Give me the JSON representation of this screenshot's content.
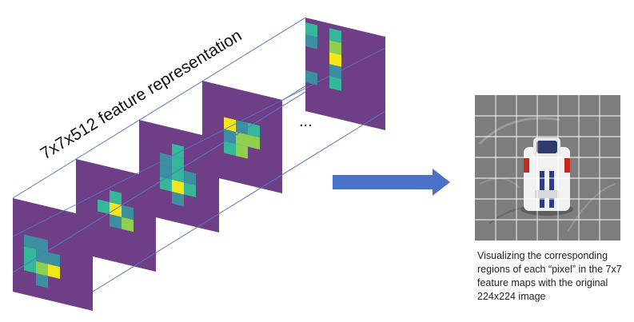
{
  "diagram": {
    "stack_label": "7x7x512 feature representation",
    "ellipsis": "...",
    "caption": "Visualizing the corresponding regions of each “pixel” in the 7x7 feature maps with the original 224x224 image"
  },
  "colors": {
    "background": "#ffffff",
    "map_fill": "#6e3f86",
    "outline": "#5577c6",
    "arrow": "#4a73c8",
    "grid_lines": "#ffffff",
    "viridis_low": "#6e3f86",
    "viridis_mid": "#3b8fa0",
    "viridis_teal": "#35b79a",
    "viridis_green": "#8fd14f",
    "viridis_high": "#f4e619",
    "photo_bg": "#7d7d7d",
    "car_body": "#f2f2f2",
    "car_stripe": "#2d3d8c",
    "car_light": "#c8281e"
  },
  "feature_maps": [
    {
      "cells": [
        [
          1,
          1,
          0
        ],
        [
          2,
          1,
          1
        ],
        [
          2,
          3,
          4
        ],
        [
          0,
          1,
          0
        ]
      ]
    },
    {
      "cells": [
        [
          0,
          2,
          0
        ],
        [
          2,
          4,
          1
        ],
        [
          0,
          1,
          3
        ]
      ]
    },
    {
      "cells": [
        [
          0,
          2,
          0
        ],
        [
          1,
          2,
          0
        ],
        [
          1,
          2,
          1
        ],
        [
          2,
          4,
          2
        ],
        [
          0,
          1,
          0
        ]
      ]
    },
    {
      "cells": [
        [
          4,
          1,
          2
        ],
        [
          1,
          3,
          3
        ],
        [
          2,
          3,
          0
        ]
      ]
    },
    {
      "cells": [
        [
          2,
          0,
          2
        ],
        [
          1,
          0,
          3
        ],
        [
          0,
          0,
          4
        ],
        [
          0,
          0,
          1
        ],
        [
          1,
          0,
          2
        ]
      ]
    }
  ],
  "photo": {
    "grid": "7x7"
  }
}
